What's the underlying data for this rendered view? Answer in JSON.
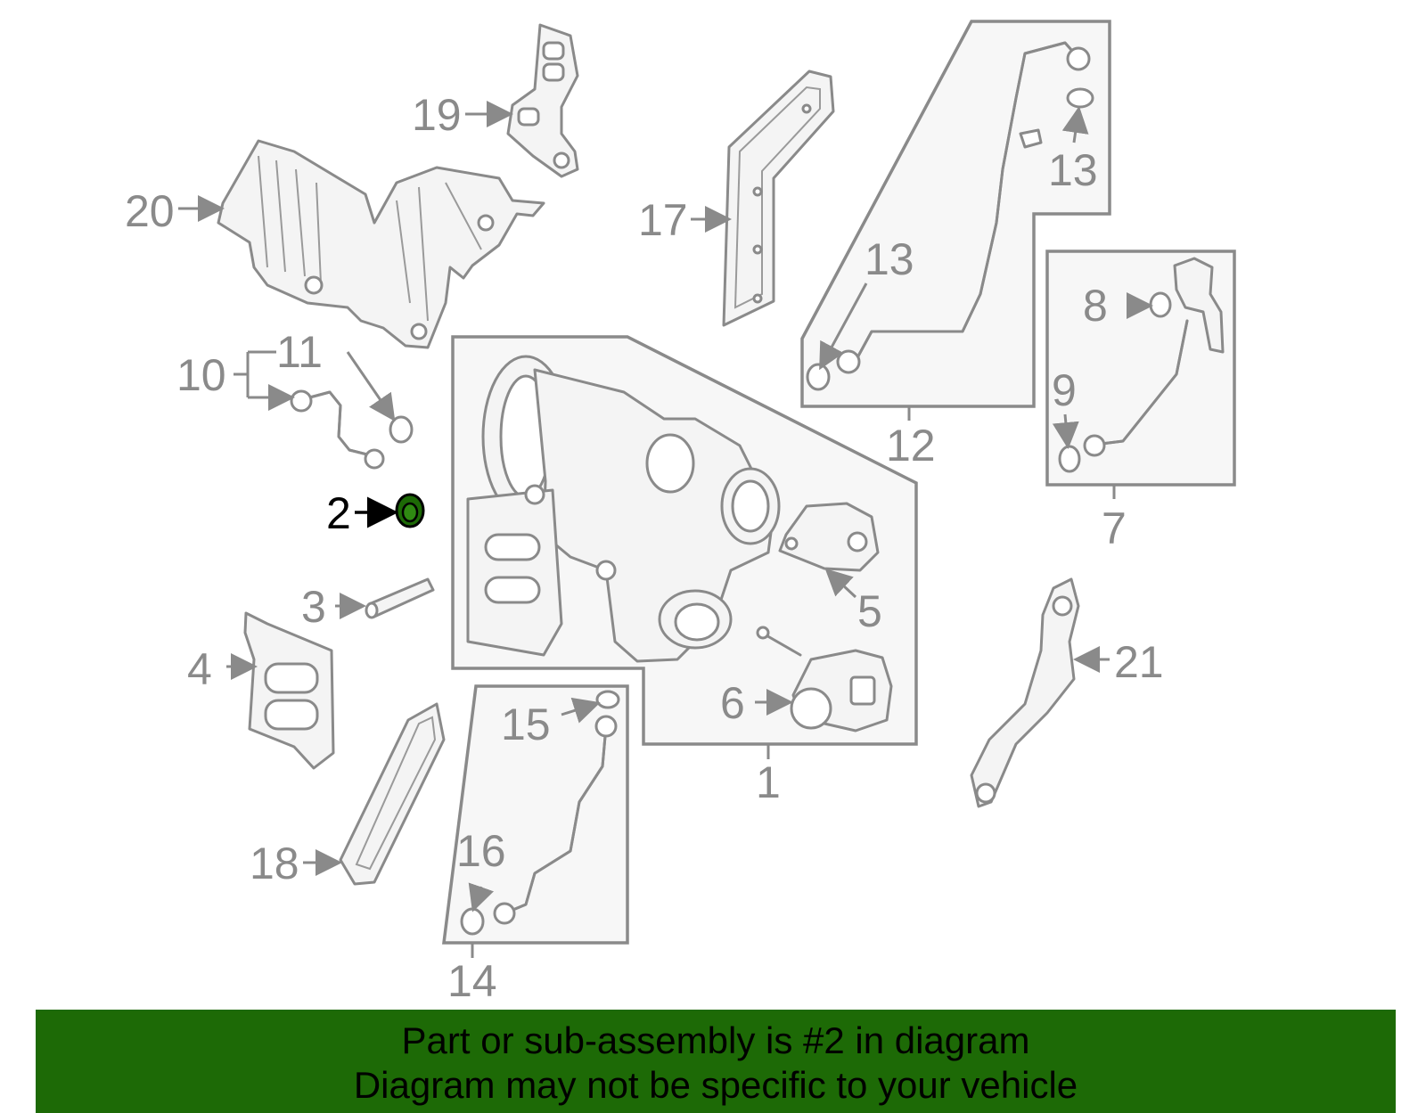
{
  "diagram": {
    "labels": {
      "l1": "1",
      "l2": "2",
      "l3": "3",
      "l4": "4",
      "l5": "5",
      "l6": "6",
      "l7": "7",
      "l8": "8",
      "l9": "9",
      "l10": "10",
      "l11": "11",
      "l12": "12",
      "l13a": "13",
      "l13b": "13",
      "l14": "14",
      "l15": "15",
      "l16": "16",
      "l17": "17",
      "l18": "18",
      "l19": "19",
      "l20": "20",
      "l21": "21"
    },
    "highlighted_part": "2",
    "colors": {
      "line": "#8a8a8a",
      "highlight_part": "#1d6a06",
      "highlight_label": "#000000"
    }
  },
  "banner": {
    "line1": "Part or sub-assembly is #2 in diagram",
    "line2": "Diagram may not be specific to your vehicle",
    "background": "#1d6a06"
  }
}
